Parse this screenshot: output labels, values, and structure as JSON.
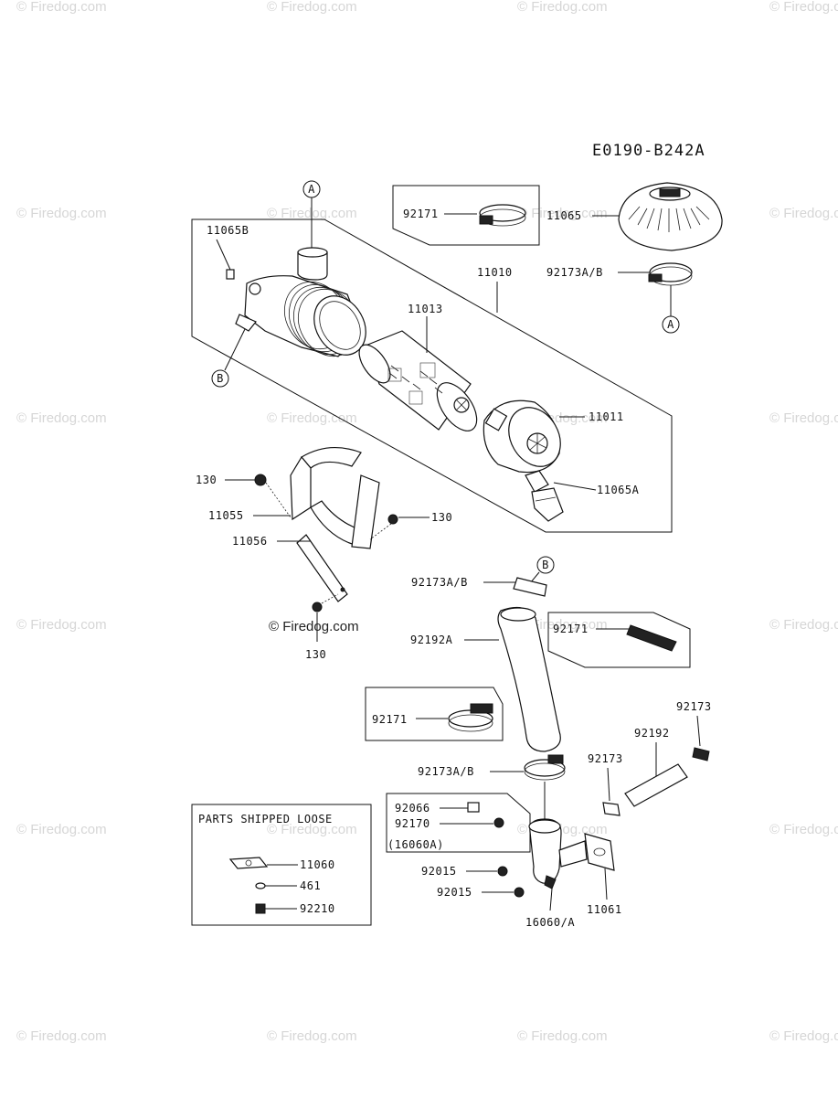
{
  "diagram_code": "E0190-B242A",
  "watermark_text": "© Firedog.com",
  "center_watermark_text": "© Firedog.com",
  "callouts": {
    "a": "A",
    "b": "B"
  },
  "parts": {
    "p11065B": "11065B",
    "p92171_top": "92171",
    "p11065": "11065",
    "p92173AB_top": "92173A/B",
    "p11010": "11010",
    "p11013": "11013",
    "p11011": "11011",
    "p11065A": "11065A",
    "p130_left": "130",
    "p130_right": "130",
    "p130_bottom": "130",
    "p11055": "11055",
    "p11056": "11056",
    "p92173AB_mid": "92173A/B",
    "p92192A": "92192A",
    "p92171_mid": "92171",
    "p92171_box3": "92171",
    "p92173AB_low": "92173A/B",
    "p92173_right": "92173",
    "p92192": "92192",
    "p92173_mid": "92173",
    "p92066": "92066",
    "p92170": "92170",
    "p16060A_paren": "(16060A)",
    "p92015_a": "92015",
    "p92015_b": "92015",
    "p16060A": "16060/A",
    "p11061": "11061"
  },
  "loose_box": {
    "title": "PARTS SHIPPED LOOSE",
    "items": [
      "11060",
      "461",
      "92210"
    ]
  }
}
